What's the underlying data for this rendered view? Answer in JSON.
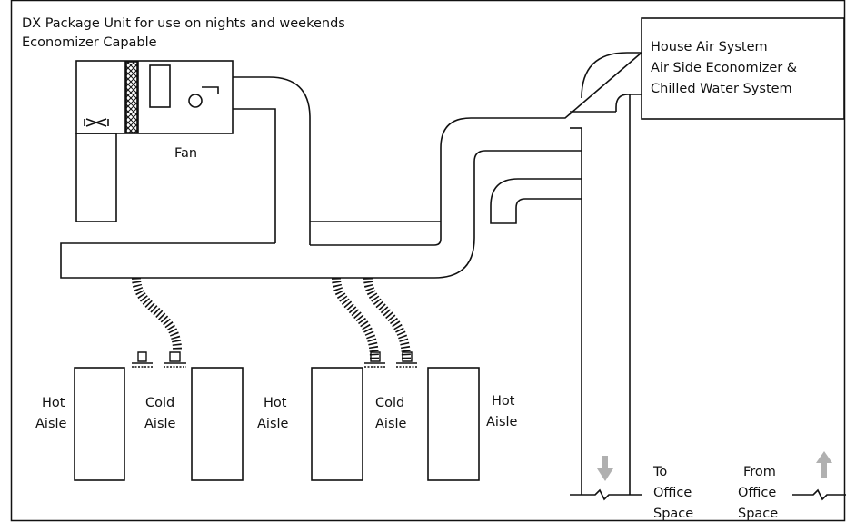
{
  "diagram": {
    "dx_unit": {
      "title_line1": "DX Package Unit for use on nights and weekends",
      "title_line2": "Economizer Capable",
      "fan_label": "Fan"
    },
    "house_system": {
      "line1": "House Air System",
      "line2": "Air Side Economizer &",
      "line3": "Chilled Water System"
    },
    "aisles": [
      {
        "line1": "Hot",
        "line2": "Aisle"
      },
      {
        "line1": "Cold",
        "line2": "Aisle"
      },
      {
        "line1": "Hot",
        "line2": "Aisle"
      },
      {
        "line1": "Cold",
        "line2": "Aisle"
      },
      {
        "line1": "Hot",
        "line2": "Aisle"
      }
    ],
    "to_office": {
      "line1": "To",
      "line2": "Office",
      "line3": "Space"
    },
    "from_office": {
      "line1": "From",
      "line2": "Office",
      "line3": "Space"
    },
    "colors": {
      "line": "#111111",
      "arrow": "#b0b0b0",
      "background": "#ffffff"
    }
  }
}
